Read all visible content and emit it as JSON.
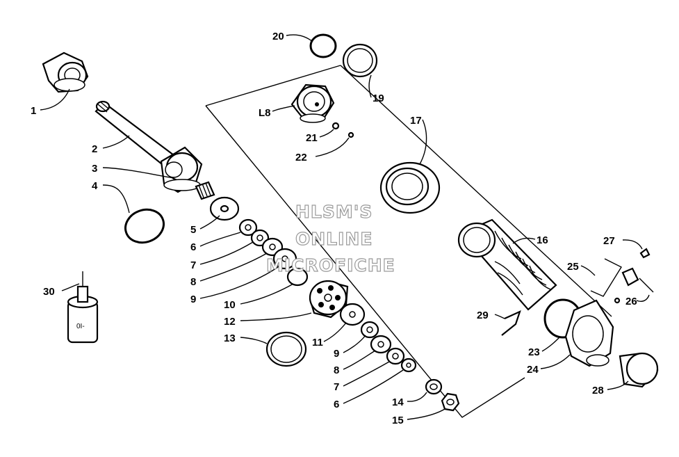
{
  "watermark": [
    "HLSM'S",
    "ONLINE",
    "MICROFICHE"
  ],
  "callouts": [
    {
      "id": "1",
      "text": "1"
    },
    {
      "id": "2",
      "text": "2"
    },
    {
      "id": "3",
      "text": "3"
    },
    {
      "id": "4",
      "text": "4"
    },
    {
      "id": "5",
      "text": "5"
    },
    {
      "id": "6a",
      "text": "6"
    },
    {
      "id": "7a",
      "text": "7"
    },
    {
      "id": "8a",
      "text": "8"
    },
    {
      "id": "9a",
      "text": "9"
    },
    {
      "id": "10",
      "text": "10"
    },
    {
      "id": "12",
      "text": "12"
    },
    {
      "id": "13",
      "text": "13"
    },
    {
      "id": "11",
      "text": "11"
    },
    {
      "id": "9b",
      "text": "9"
    },
    {
      "id": "8b",
      "text": "8"
    },
    {
      "id": "7b",
      "text": "7"
    },
    {
      "id": "6b",
      "text": "6"
    },
    {
      "id": "14",
      "text": "14"
    },
    {
      "id": "15",
      "text": "15"
    },
    {
      "id": "16",
      "text": "16"
    },
    {
      "id": "17",
      "text": "17"
    },
    {
      "id": "18",
      "text": "L8"
    },
    {
      "id": "19",
      "text": "19"
    },
    {
      "id": "20",
      "text": "20"
    },
    {
      "id": "21",
      "text": "21"
    },
    {
      "id": "22",
      "text": "22"
    },
    {
      "id": "23",
      "text": "23"
    },
    {
      "id": "24",
      "text": "24"
    },
    {
      "id": "25",
      "text": "25"
    },
    {
      "id": "26",
      "text": "26"
    },
    {
      "id": "27",
      "text": "27"
    },
    {
      "id": "28",
      "text": "28"
    },
    {
      "id": "29",
      "text": "29"
    },
    {
      "id": "30",
      "text": "30"
    }
  ],
  "can_marking": "0I-"
}
